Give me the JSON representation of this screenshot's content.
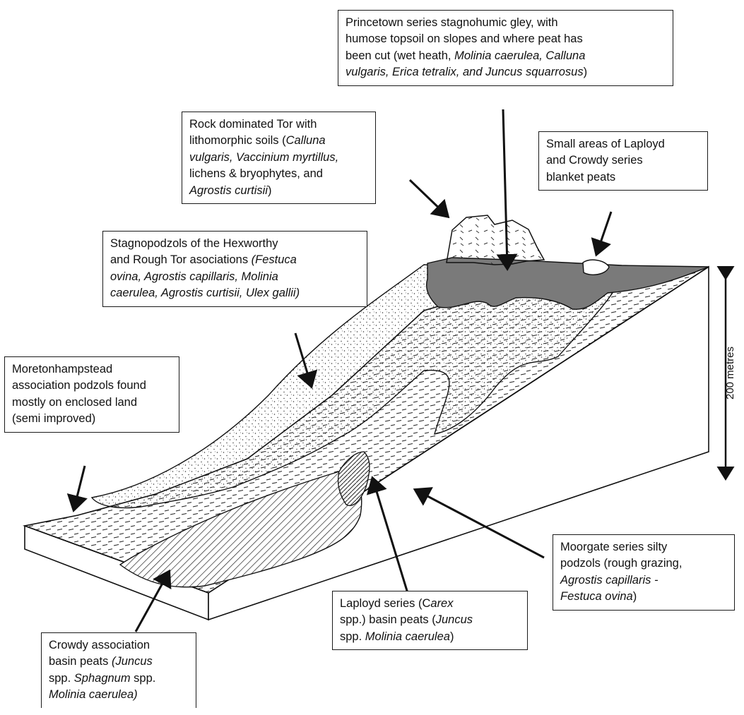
{
  "labels": {
    "princetown": {
      "l1": "Princetown series stagnohumic gley, with",
      "l2": "humose topsoil on slopes and where peat has",
      "l3a": "been cut (wet heath, ",
      "l3b": "Molinia caerulea, Calluna",
      "l4a": "vulgaris, Erica tetralix, and Juncus squarrosus",
      "l4b": ")"
    },
    "tor": {
      "l1": "Rock dominated Tor with",
      "l2a": "lithomorphic soils (",
      "l2b": "Calluna",
      "l3": "vulgaris, Vaccinium myrtillus,",
      "l4": "lichens & bryophytes, and",
      "l5a": "Agrostis curtisii",
      "l5b": ")"
    },
    "laployd_small": {
      "l1": "Small areas of Laployd",
      "l2": "and Crowdy series",
      "l3": "blanket peats"
    },
    "stagnopodzols": {
      "l1": "Stagnopodzols of the Hexworthy",
      "l2a": "and Rough Tor asociations ",
      "l2b": "(Festuca",
      "l3": "ovina, Agrostis capillaris, Molinia",
      "l4": "caerulea, Agrostis curtisii, Ulex gallii)"
    },
    "moretonhampstead": {
      "l1": "Moretonhampstead",
      "l2": "association podzols found",
      "l3": "mostly on enclosed land",
      "l4": "(semi improved)"
    },
    "moorgate": {
      "l1": "Moorgate series silty",
      "l2": "podzols (rough grazing,",
      "l3": "Agrostis capillaris -",
      "l4a": "Festuca ovina",
      "l4b": ")"
    },
    "laployd_basin": {
      "l1a": "Laployd series (C",
      "l1b": "arex",
      "l2a": "spp.) basin peats (",
      "l2b": "Juncus",
      "l3a": "spp. ",
      "l3b": "Molinia caerulea",
      "l3c": ")"
    },
    "crowdy": {
      "l1": "Crowdy association",
      "l2a": "basin peats ",
      "l2b": "(Juncus",
      "l3a": "spp. ",
      "l3b": "Sphagnum",
      "l3c": " spp.",
      "l4": "Molinia caerulea)"
    }
  },
  "scale": {
    "text": "200 metres"
  }
}
